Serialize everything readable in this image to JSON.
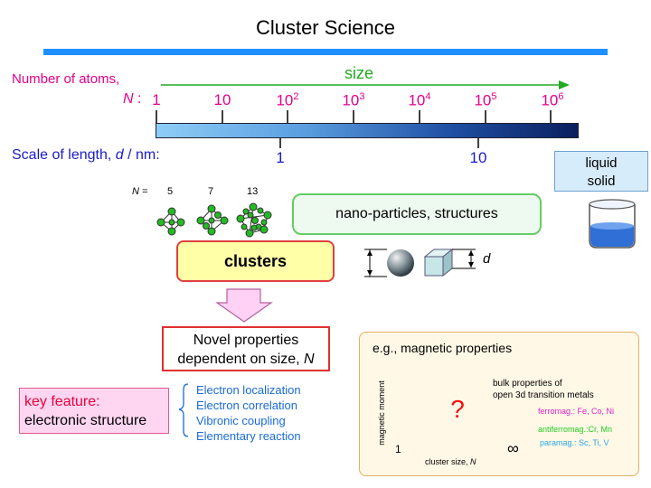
{
  "title": "Cluster Science",
  "colors": {
    "accent_bar": "#1e90ff",
    "magenta_text": "#e5008a",
    "blue_text": "#1a1acc",
    "size_green": "#22aa22"
  },
  "size_axis": {
    "label": "size",
    "atoms_label": "Number of atoms,",
    "n_symbol": "N",
    "n_colon": ":",
    "ticks": [
      {
        "base": "1",
        "exp": ""
      },
      {
        "base": "10",
        "exp": ""
      },
      {
        "base": "10",
        "exp": "2"
      },
      {
        "base": "10",
        "exp": "3"
      },
      {
        "base": "10",
        "exp": "4"
      },
      {
        "base": "10",
        "exp": "5"
      },
      {
        "base": "10",
        "exp": "6"
      }
    ]
  },
  "length_axis": {
    "label_prefix": "Scale of length,",
    "d_symbol": "d",
    "unit": "/ nm:",
    "ticks": [
      "1",
      "10"
    ]
  },
  "phase_box": {
    "line1": "liquid",
    "line2": "solid"
  },
  "nano_box": "nano-particles, structures",
  "cluster_examples": {
    "n_prefix": "N =",
    "sizes": [
      "5",
      "7",
      "13"
    ]
  },
  "clusters_box": "clusters",
  "particle_dimension": "d",
  "novel_box": {
    "line1": "Novel properties",
    "line2": "dependent on size,",
    "n_symbol": "N"
  },
  "key_box": {
    "line1": "key feature:",
    "line2": "electronic structure"
  },
  "features": [
    "Electron localization",
    "Electron correlation",
    "Vibronic coupling",
    "Elementary reaction"
  ],
  "magnetic_panel": {
    "title": "e.g., magnetic properties",
    "y_label": "magnetic moment",
    "x_label_prefix": "cluster size,",
    "x_label_symbol": "N",
    "x_one": "1",
    "x_inf": "∞",
    "question": "?",
    "bulk_line1": "bulk properties of",
    "bulk_line2": "open 3d transition metals",
    "ferro": "ferromag.: Fe, Co, Ni",
    "antiferro": "antiferromag.:Cr, Mn",
    "para": "paramag.: Sc, Ti, V"
  }
}
